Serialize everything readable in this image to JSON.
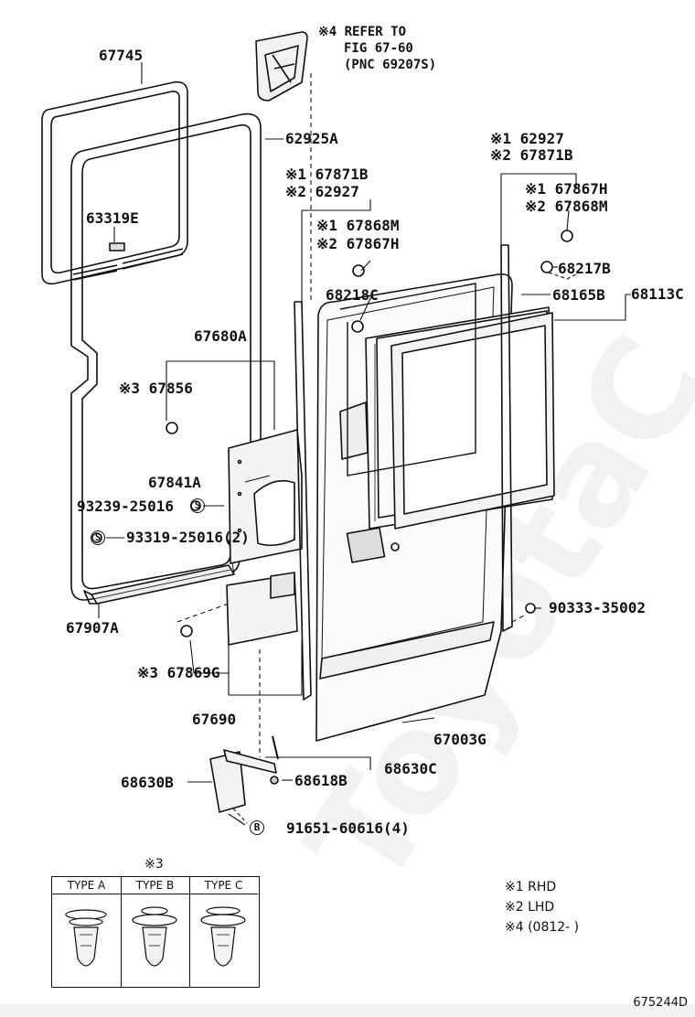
{
  "labels": {
    "p67745": "67745",
    "p62925A": "62925A",
    "p63319E": "63319E",
    "p67680A": "67680A",
    "p67856": "※3 67856",
    "p67841A": "67841A",
    "p93239": "93239-25016",
    "p93319": "93319-25016(2)",
    "p67907A": "67907A",
    "p67869G": "※3 67869G",
    "p67690": "67690",
    "p68630B": "68630B",
    "p68618B": "68618B",
    "p68630C": "68630C",
    "p91651": "91651-60616(4)",
    "p67003G": "67003G",
    "p90333": "90333-35002",
    "p68218C": "68218C",
    "p68165B": "68165B",
    "p68113C": "68113C",
    "p68217B": "68217B",
    "ref_line1": "※4 REFER TO",
    "ref_line2": "FIG 67-60",
    "ref_line3": "(PNC 69207S)",
    "left_a1": "※1 67871B",
    "left_a2": "※2 62927",
    "left_b1": "※1 67868M",
    "left_b2": "※2 67867H",
    "right_a1": "※1 62927",
    "right_a2": "※2 67871B",
    "right_b1": "※1 67867H",
    "right_b2": "※2 67868M"
  },
  "symbols": {
    "s_marker_1": "S",
    "s_marker_2": "S",
    "b_marker": "B"
  },
  "type_table": {
    "note": "※3",
    "columns": [
      "TYPE A",
      "TYPE B",
      "TYPE C"
    ]
  },
  "notes": [
    "※1 RHD",
    "※2 LHD",
    "※4 (0812-      )"
  ],
  "figure_id": "675244D",
  "watermark": "ToyotaC"
}
